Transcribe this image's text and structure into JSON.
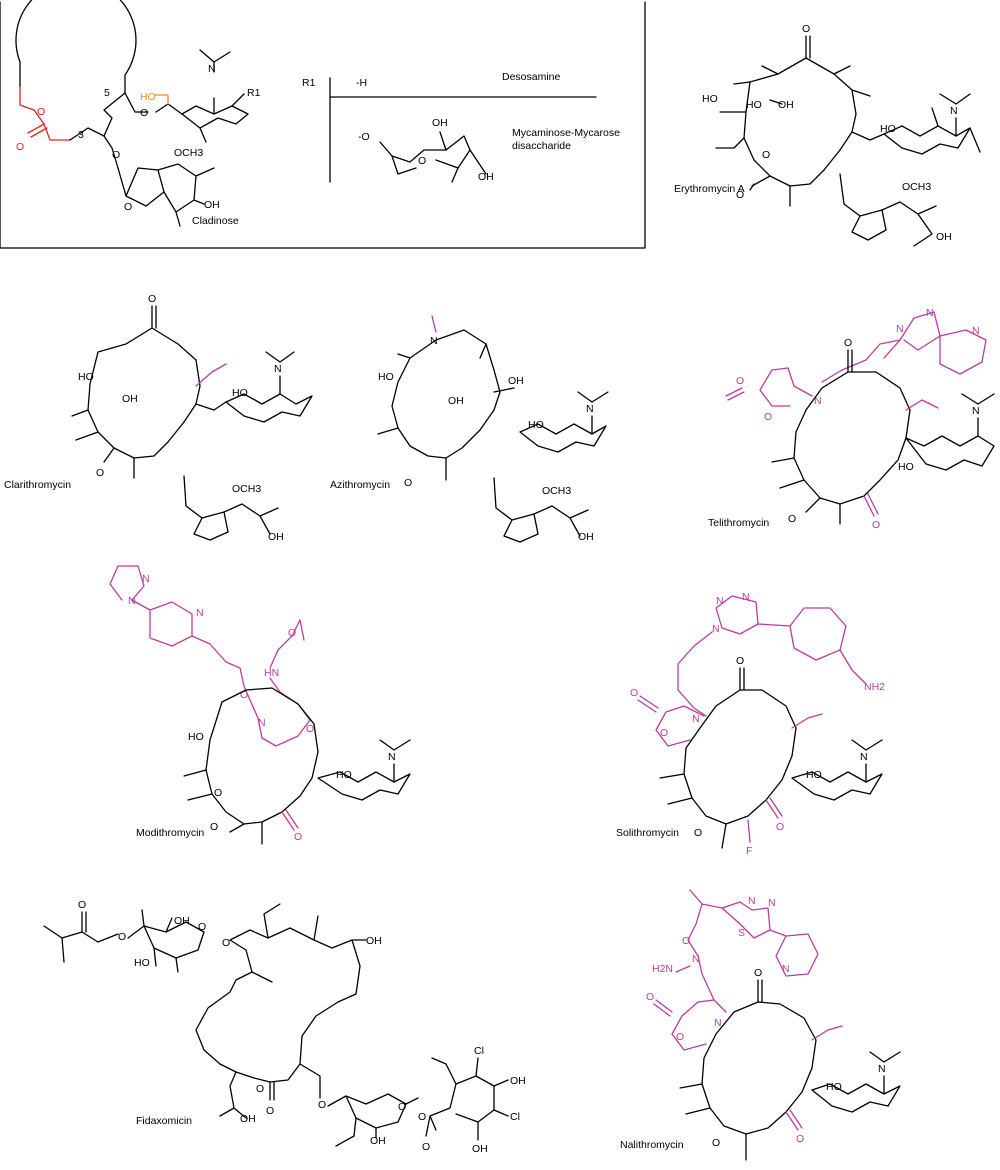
{
  "colors": {
    "black": "#000000",
    "lactone_red": "#e0241b",
    "hydroxyl_orange": "#f0901e",
    "modification_magenta": "#bd3ba0",
    "frame": "#000000"
  },
  "general_structure": {
    "position_5": "5",
    "position_3": "3",
    "ho_label": "HO",
    "n_label": "N",
    "r1_label": "R1",
    "cladinose_label": "Cladinose",
    "cladinose_ome": "OCH3",
    "cladinose_oh": "OH",
    "ring_o": "O",
    "carbonyl_o": "O"
  },
  "r1_table": {
    "header": "R1",
    "row1_value": "-H",
    "row1_name": "Desosamine",
    "row2_value": "-O",
    "row2_name": "Mycaminose-Mycarose disaccharide",
    "row2_name_line1": "Mycaminose-Mycarose",
    "row2_name_line2": "disaccharide",
    "oh_top": "OH",
    "oh_bottom": "OH",
    "ring_o": "O"
  },
  "compounds": [
    {
      "name": "Erythromycin A"
    },
    {
      "name": "Clarithromycin"
    },
    {
      "name": "Azithromycin"
    },
    {
      "name": "Telithromycin"
    },
    {
      "name": "Modithromycin"
    },
    {
      "name": "Solithromycin"
    },
    {
      "name": "Fidaxomicin"
    },
    {
      "name": "Nalithromycin"
    }
  ],
  "atom_labels": {
    "oh": "OH",
    "ho": "HO",
    "o": "O",
    "n": "N",
    "ome": "OCH3",
    "f": "F",
    "nh2": "NH2",
    "h2n": "H2N",
    "hn": "HN",
    "s": "S",
    "cl": "Cl"
  }
}
